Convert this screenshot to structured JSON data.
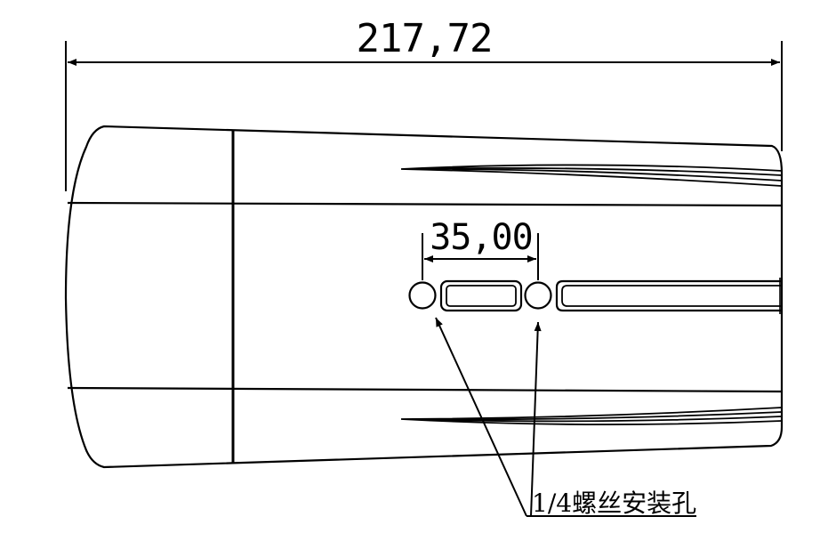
{
  "drawing": {
    "overall_length_label": "217,72",
    "hole_spacing_label": "35,00",
    "mount_note": "1/4螺丝安装孔",
    "line_color": "#000000",
    "background_color": "#ffffff"
  }
}
